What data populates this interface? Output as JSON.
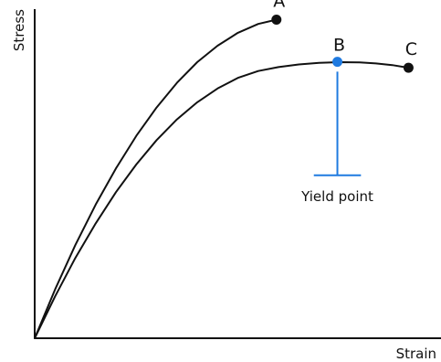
{
  "chart_data": {
    "type": "line",
    "xlabel": "Strain",
    "ylabel": "Stress",
    "xlim": [
      0,
      100
    ],
    "ylim": [
      0,
      100
    ],
    "grid": false,
    "series": [
      {
        "label": "A",
        "x": [
          0,
          5,
          10,
          15,
          20,
          25,
          30,
          35,
          40,
          45,
          50,
          55,
          59.5
        ],
        "y": [
          0,
          14.8,
          28.3,
          40.6,
          51.6,
          61.5,
          70.1,
          77.6,
          83.9,
          88.9,
          92.8,
          95.5,
          96.8
        ],
        "end": {
          "x": 59.5,
          "y": 96.8,
          "color": "#111111"
        }
      },
      {
        "label": "C",
        "x": [
          0,
          5,
          10,
          15,
          20,
          25,
          30,
          35,
          40,
          45,
          50,
          55,
          60,
          65,
          70,
          75,
          80,
          84,
          88,
          92
        ],
        "y": [
          0,
          12.7,
          24.4,
          34.9,
          44.4,
          52.8,
          60.2,
          66.5,
          71.7,
          75.9,
          79.1,
          81.2,
          82.4,
          83.2,
          83.7,
          83.9,
          83.8,
          83.5,
          83,
          82.2
        ],
        "end": {
          "x": 92,
          "y": 82.2,
          "color": "#111111"
        }
      }
    ],
    "points": [
      {
        "label": "B",
        "x": 74.5,
        "y": 84,
        "color": "#1f7ae0"
      }
    ],
    "annotations": [
      {
        "text": "Yield point",
        "x": 74.5,
        "y_top": 81,
        "y_bottom": 49.5,
        "bar_half_width": 5.8,
        "color": "#1f7ae0"
      }
    ]
  }
}
